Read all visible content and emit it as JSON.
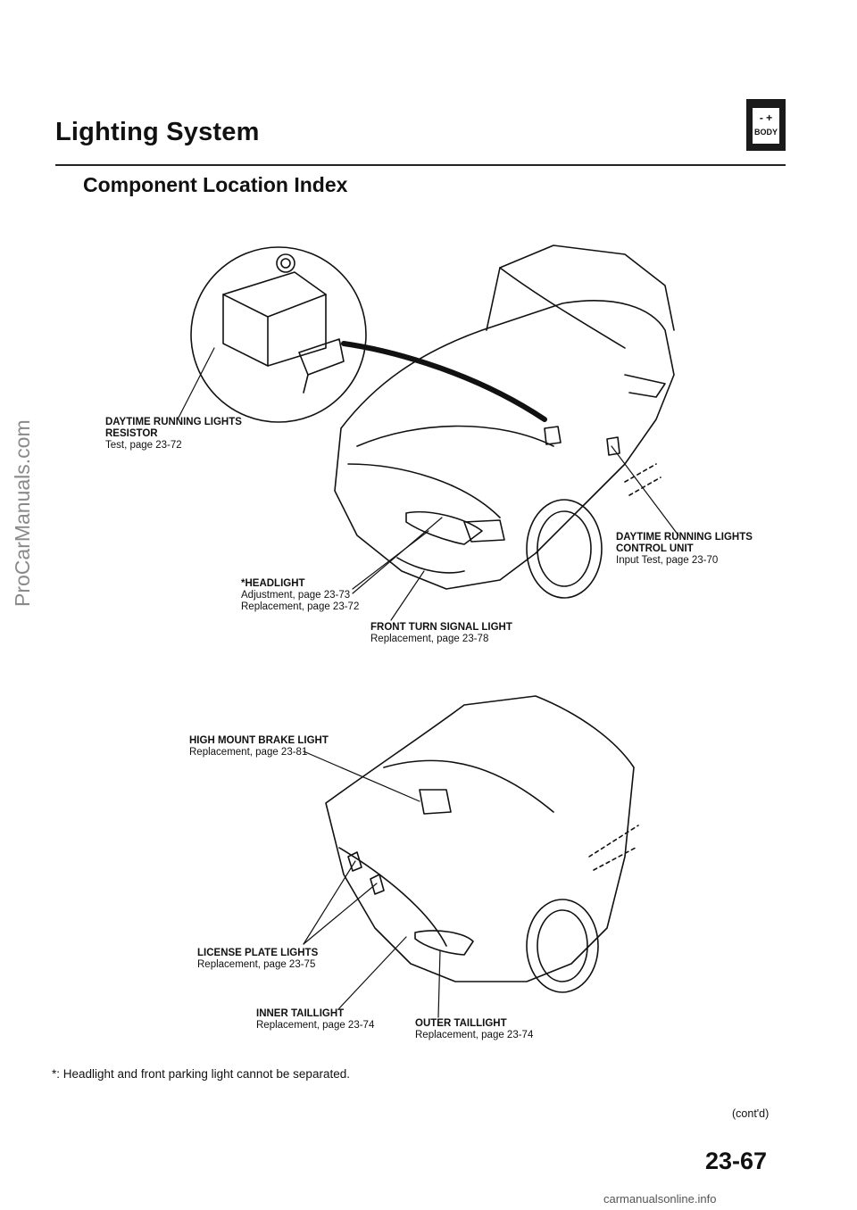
{
  "header": {
    "title": "Lighting System",
    "subtitle": "Component Location Index",
    "badge_symbols": "- +",
    "badge_label": "BODY"
  },
  "labels": {
    "drl_resistor": {
      "name": "DAYTIME RUNNING LIGHTS",
      "name2": "RESISTOR",
      "ref": "Test, page 23-72"
    },
    "drl_control": {
      "name": "DAYTIME RUNNING LIGHTS",
      "name2": "CONTROL UNIT",
      "ref": "Input Test, page 23-70"
    },
    "headlight": {
      "name": "*HEADLIGHT",
      "ref1": "Adjustment, page 23-73",
      "ref2": "Replacement, page 23-72"
    },
    "front_turn": {
      "name": "FRONT TURN SIGNAL LIGHT",
      "ref": "Replacement, page 23-78"
    },
    "high_mount": {
      "name": "HIGH MOUNT BRAKE LIGHT",
      "ref": "Replacement, page 23-81"
    },
    "license_plate": {
      "name": "LICENSE PLATE LIGHTS",
      "ref": "Replacement, page 23-75"
    },
    "inner_taillight": {
      "name": "INNER TAILLIGHT",
      "ref": "Replacement, page 23-74"
    },
    "outer_taillight": {
      "name": "OUTER TAILLIGHT",
      "ref": "Replacement, page 23-74"
    }
  },
  "footnote": "*: Headlight and front parking light cannot be separated.",
  "contd": "(cont'd)",
  "page_number": "23-67",
  "watermark_left": "ProCarManuals.com",
  "watermark_bottom": "carmanualsonline.info",
  "colors": {
    "ink": "#111111",
    "watermark": "#8a8a8a"
  }
}
